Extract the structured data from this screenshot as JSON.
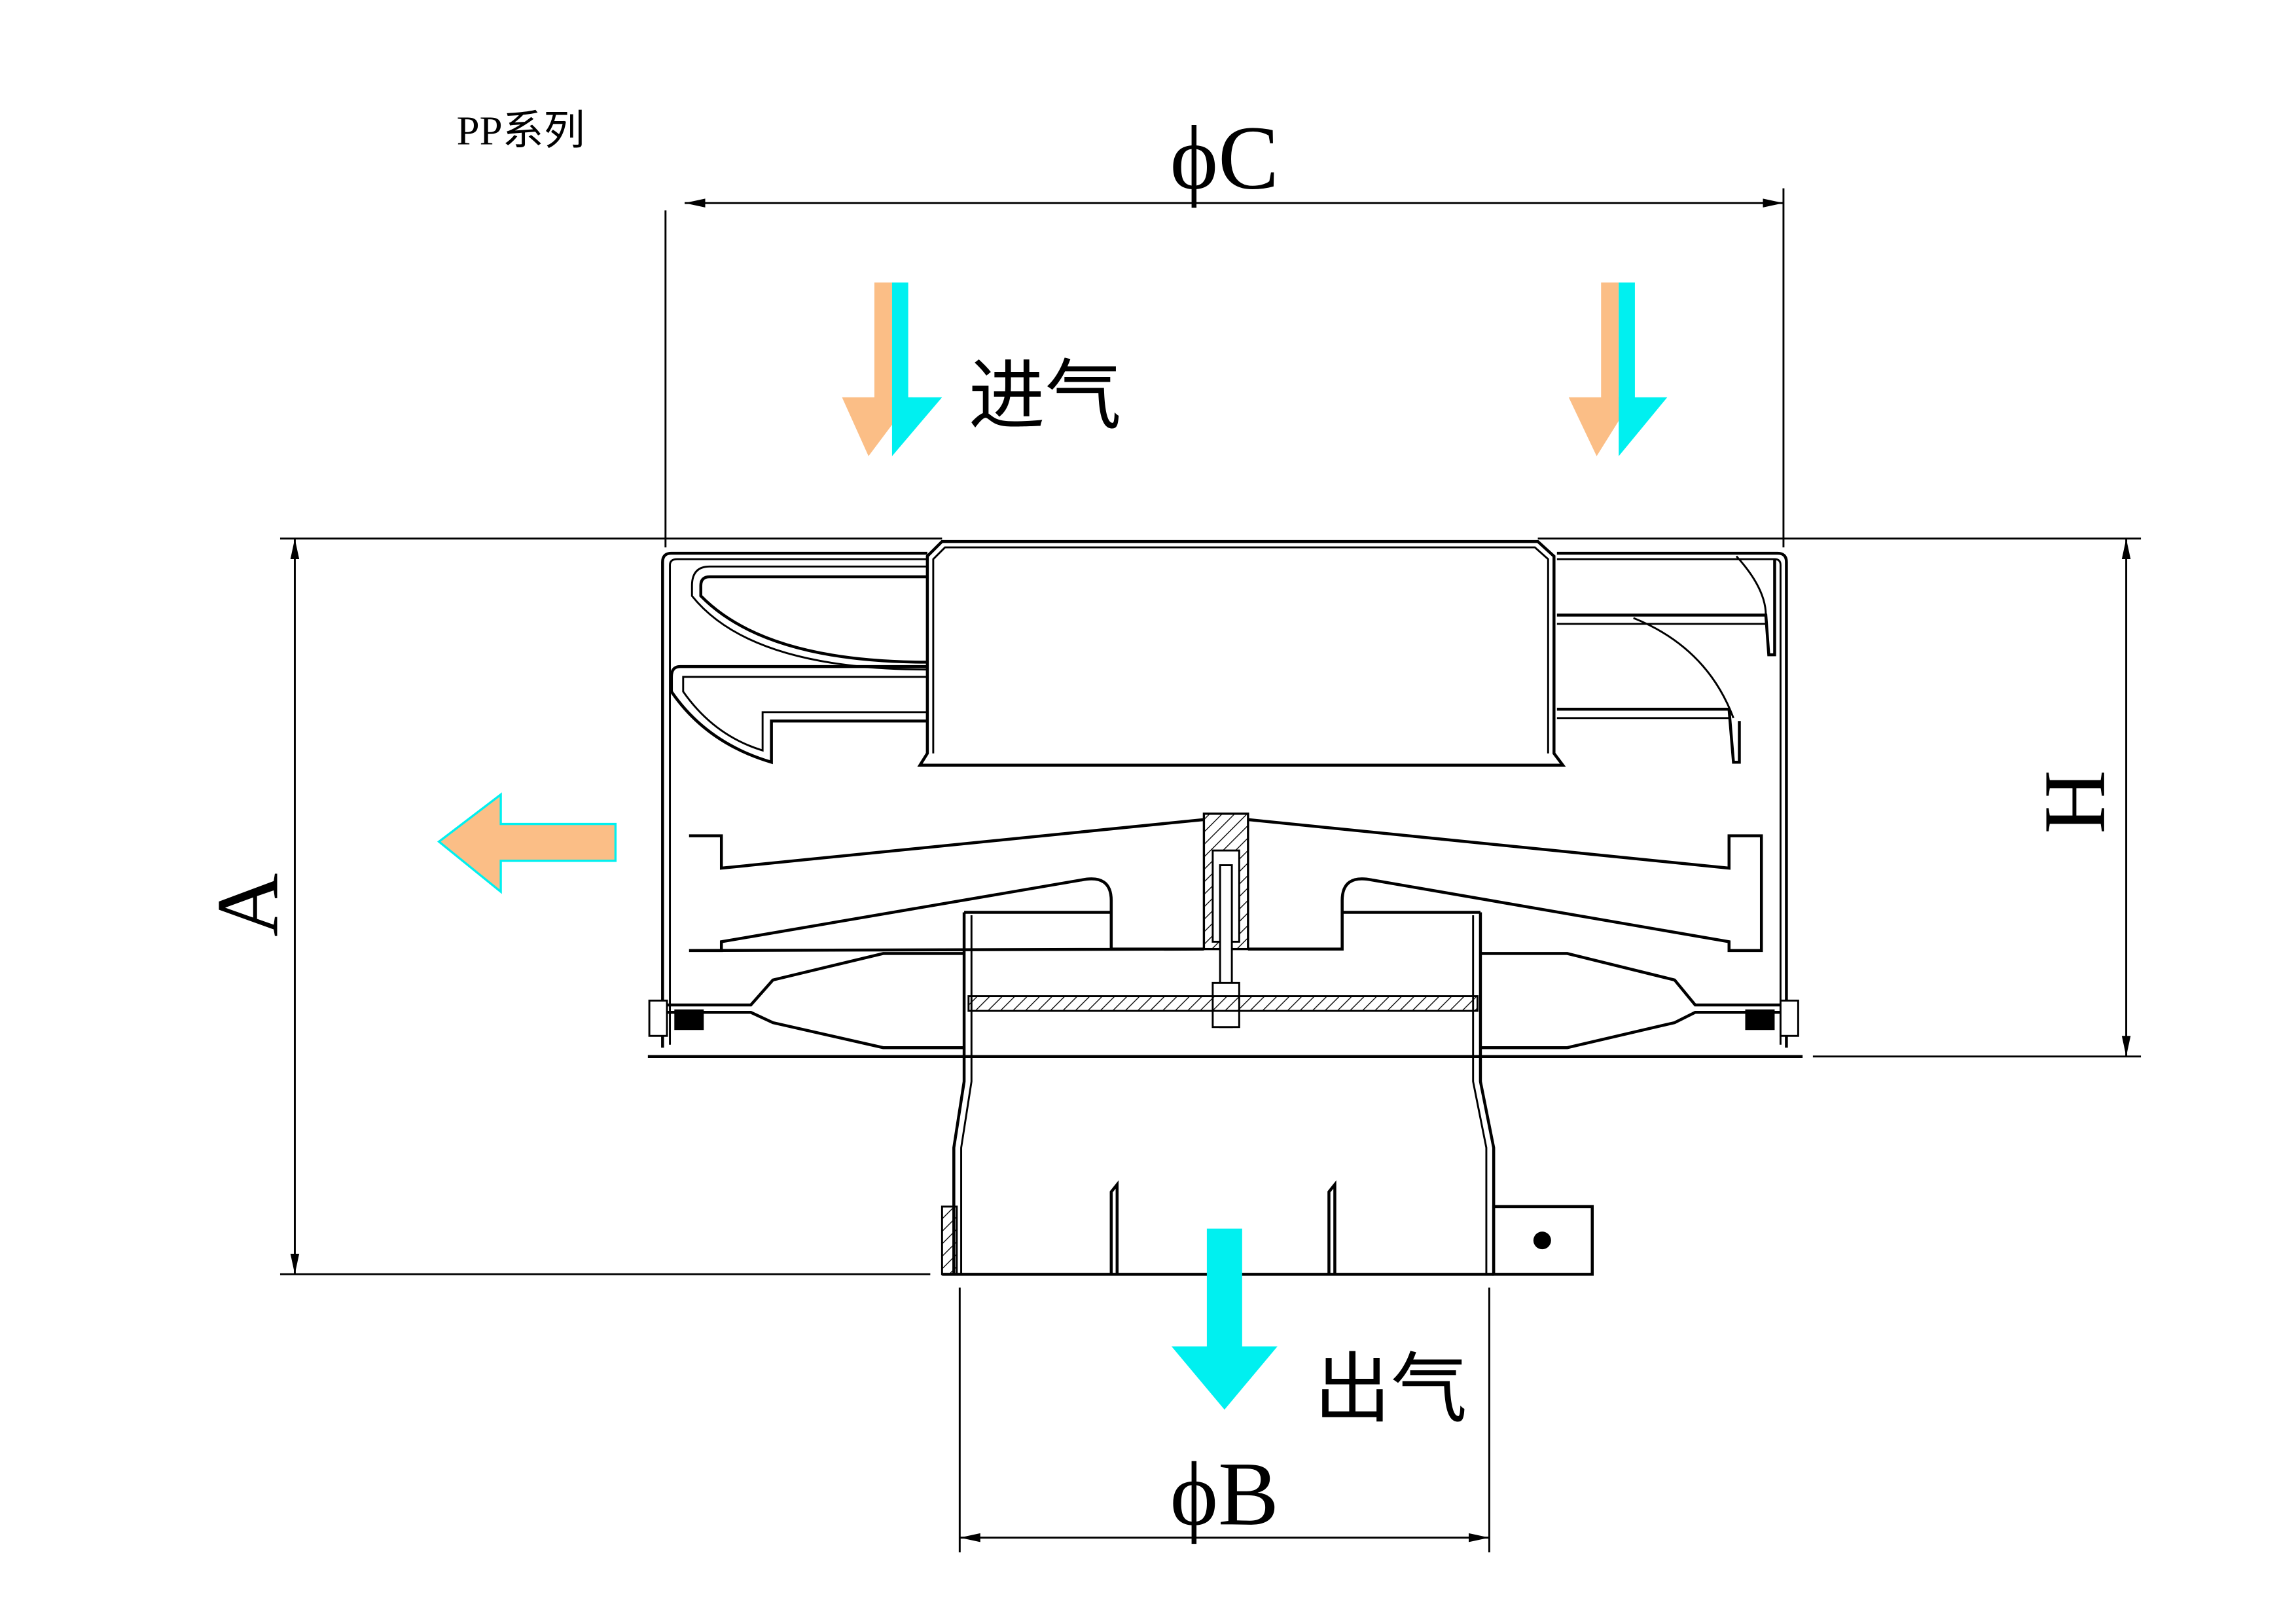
{
  "title": "PP系列",
  "labels": {
    "inlet": "进气",
    "outlet": "出气"
  },
  "dimensions": {
    "outer_diameter": "ϕC",
    "pipe_diameter": "ϕB",
    "total_height": "A",
    "head_height": "H"
  },
  "colors": {
    "inlet_arrow_orange": "#FBBE86",
    "airflow_cyan": "#00F0F0",
    "line": "#000000"
  }
}
